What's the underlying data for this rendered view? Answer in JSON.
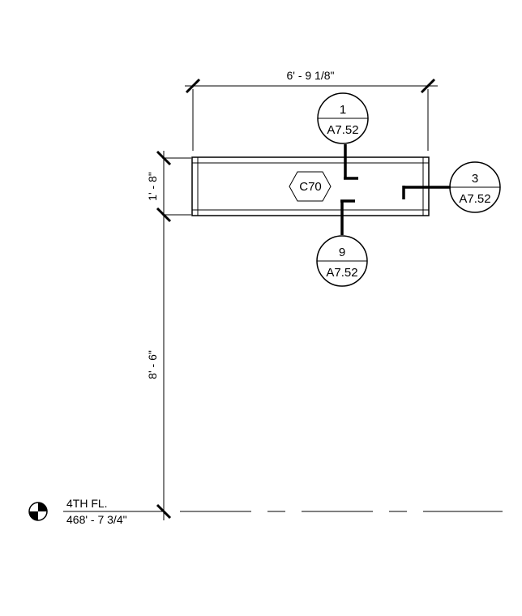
{
  "dimensions": {
    "width": "6' - 9 1/8\"",
    "height": "1' - 8\"",
    "floor_to_bottom": "8' - 6\""
  },
  "element_tag": "C70",
  "section_callouts": [
    {
      "number": "1",
      "sheet": "A7.52"
    },
    {
      "number": "3",
      "sheet": "A7.52"
    },
    {
      "number": "9",
      "sheet": "A7.52"
    }
  ],
  "level": {
    "name": "4TH FL.",
    "elevation": "468' - 7 3/4\""
  }
}
